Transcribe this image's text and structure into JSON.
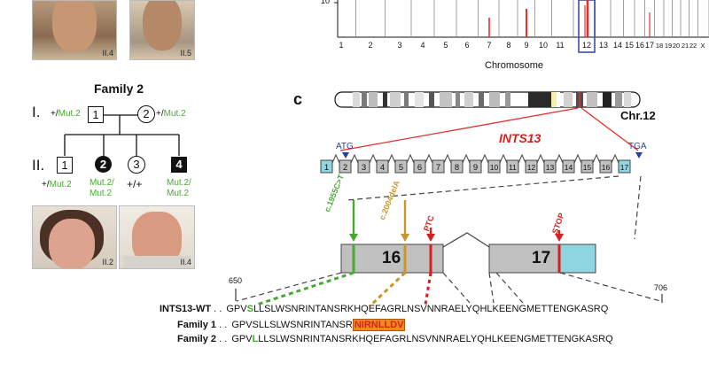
{
  "photos_top": [
    {
      "label": "II.4"
    },
    {
      "label": "II.5"
    }
  ],
  "family2": {
    "title": "Family 2",
    "gen1": {
      "label": "I.",
      "ind1": {
        "num": "1",
        "genotype_prefix": "+/",
        "genotype_mut": "Mut.2"
      },
      "ind2": {
        "num": "2",
        "genotype_prefix": "+/",
        "genotype_mut": "Mut.2"
      }
    },
    "gen2": {
      "label": "II.",
      "ind1": {
        "num": "1",
        "genotype_prefix": "+/",
        "genotype_mut": "Mut.2"
      },
      "ind2": {
        "num": "2",
        "genotype_line1": "Mut.2/",
        "genotype_line2": "Mut.2"
      },
      "ind3": {
        "num": "3",
        "genotype": "+/+"
      },
      "ind4": {
        "num": "4",
        "genotype_line1": "Mut.2/",
        "genotype_line2": "Mut.2"
      }
    },
    "photos": [
      {
        "label": "II.2"
      },
      {
        "label": "II.4"
      }
    ]
  },
  "manhattan": {
    "y_tick": "10",
    "xlabel": "Chromosome",
    "chromosomes": [
      "1",
      "2",
      "3",
      "4",
      "5",
      "6",
      "7",
      "8",
      "9",
      "10",
      "11",
      "12",
      "13",
      "14",
      "15",
      "16",
      "17",
      "18",
      "19",
      "20",
      "21",
      "22",
      "X"
    ],
    "highlight": "12"
  },
  "panel_c": {
    "letter": "c",
    "chrom_label": "Chr.12",
    "gene_name": "INTS13",
    "atg": "ATG",
    "tga": "TGA",
    "exons": [
      "1",
      "2",
      "3",
      "4",
      "5",
      "6",
      "7",
      "8",
      "9",
      "10",
      "11",
      "12",
      "13",
      "14",
      "15",
      "16",
      "17"
    ],
    "mutations": [
      {
        "label": "c.1955C>T",
        "color": "#4aa832"
      },
      {
        "label": "c.2004delA",
        "color": "#c8962a"
      },
      {
        "label": "PTC",
        "color": "#d62020"
      },
      {
        "label": "STOP",
        "color": "#d62020"
      }
    ],
    "exon16": "16",
    "exon17": "17",
    "pos_start": "650",
    "pos_end": "706"
  },
  "sequences": {
    "wt": {
      "name": "INTS13-WT",
      "dots": ". .",
      "pre": "GPV",
      "hl": "S",
      "post": "LLSLWSNRINTANSRKHQEFAGRLNSVNNRAELYQHLKEENGMETTENGKASRQ"
    },
    "f1": {
      "name": "Family 1",
      "dots": ". .",
      "pre": "GPVSLLSLWSNRINTANSR",
      "box": "NIRNLLDV"
    },
    "f2": {
      "name": "Family 2",
      "dots": ". .",
      "pre": "GPV",
      "hl": "L",
      "post": "LLSLWSNRINTANSRKHQEFAGRLNSVNNRAELYQHLKEENGMETTENGKASRQ"
    }
  }
}
